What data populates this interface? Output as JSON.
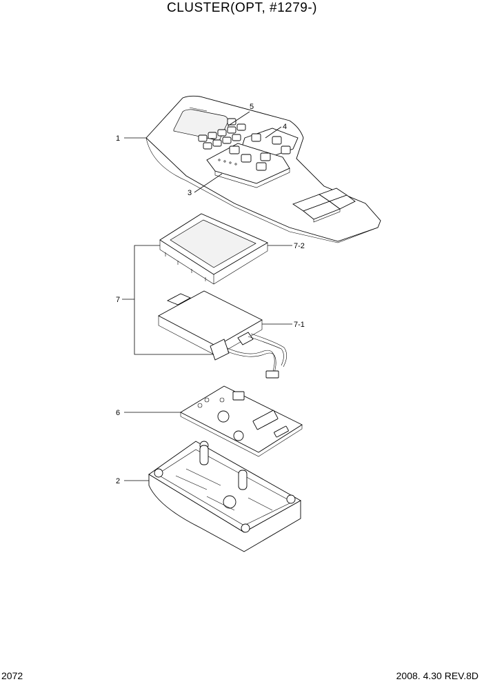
{
  "header": {
    "title": "CLUSTER(OPT, #1279-)"
  },
  "footer": {
    "page_number": "2072",
    "revision": "2008. 4.30  REV.8D"
  },
  "callouts": {
    "c1": "1",
    "c2": "2",
    "c3": "3",
    "c4": "4",
    "c5": "5",
    "c6": "6",
    "c7": "7",
    "c7_1": "7-1",
    "c7_2": "7-2"
  }
}
